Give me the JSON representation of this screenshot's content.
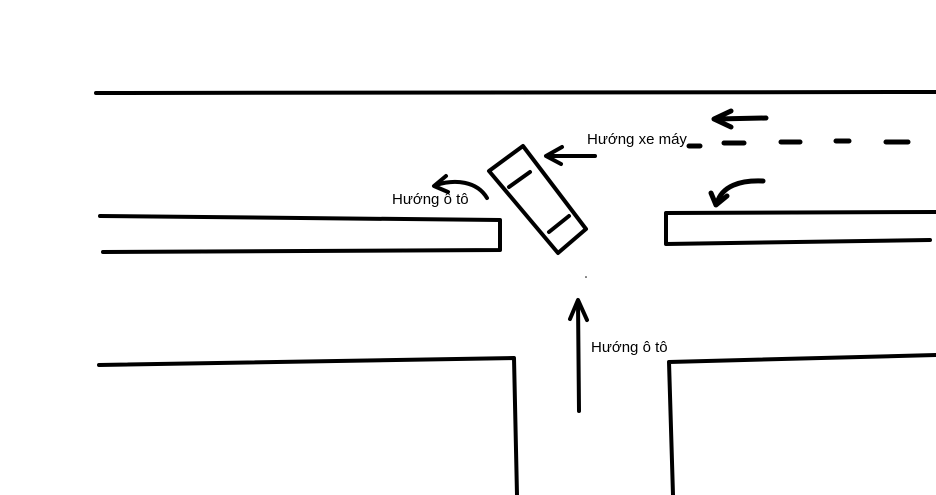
{
  "diagram": {
    "labels": {
      "motorbike_direction": "Hướng xe máy",
      "car_direction_turn": "Hướng ô tô",
      "car_direction_straight": "Hướng ô tô"
    },
    "colors": {
      "background": "#ffffff",
      "ink": "#000000"
    }
  }
}
